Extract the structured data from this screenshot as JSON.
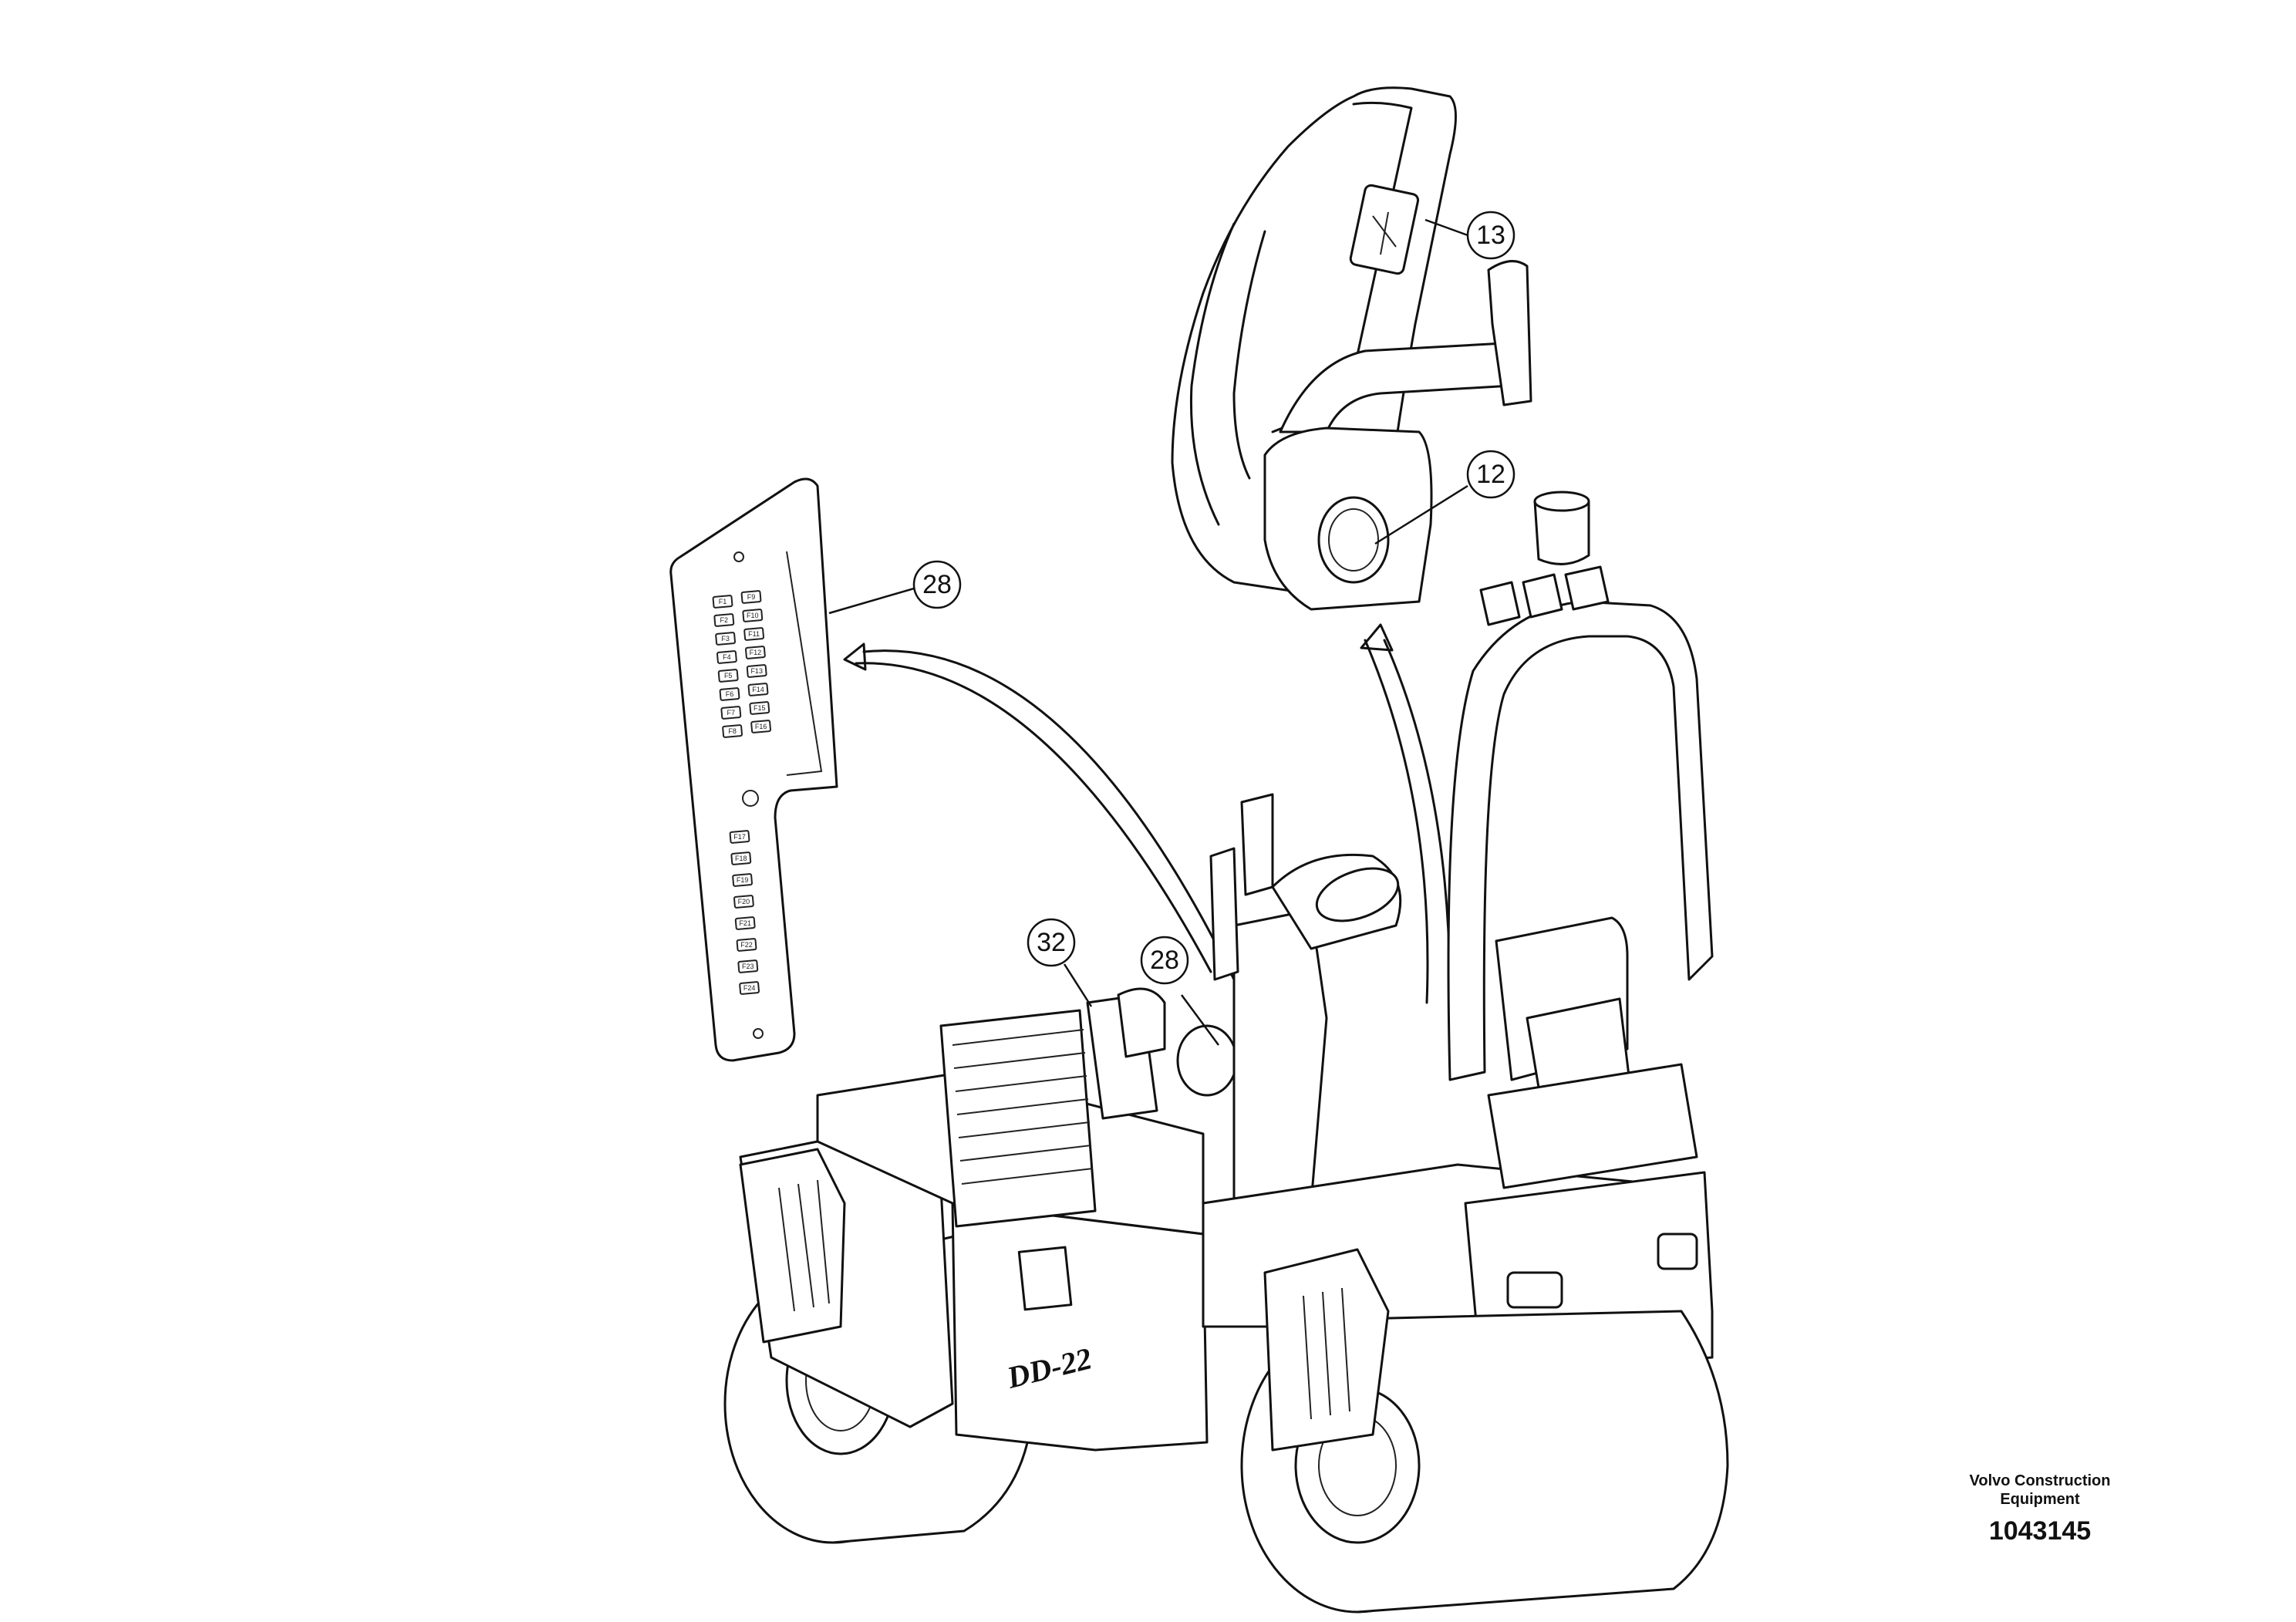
{
  "callouts": [
    {
      "id": "c13",
      "label": "13"
    },
    {
      "id": "c12",
      "label": "12"
    },
    {
      "id": "c28a",
      "label": "28"
    },
    {
      "id": "c32",
      "label": "32"
    },
    {
      "id": "c28b",
      "label": "28"
    }
  ],
  "fuse_panel": {
    "left_column": [
      "F1",
      "F2",
      "F3",
      "F4",
      "F5",
      "F6",
      "F7",
      "F8"
    ],
    "right_column": [
      "F9",
      "F10",
      "F11",
      "F12",
      "F13",
      "F14",
      "F15",
      "F16"
    ],
    "lower_column": [
      "F17",
      "F18",
      "F19",
      "F20",
      "F21",
      "F22",
      "F23",
      "F24"
    ]
  },
  "machine_decal": "DD-22",
  "footer": {
    "brand_line1": "Volvo Construction",
    "brand_line2": "Equipment",
    "part_number": "1043145"
  }
}
